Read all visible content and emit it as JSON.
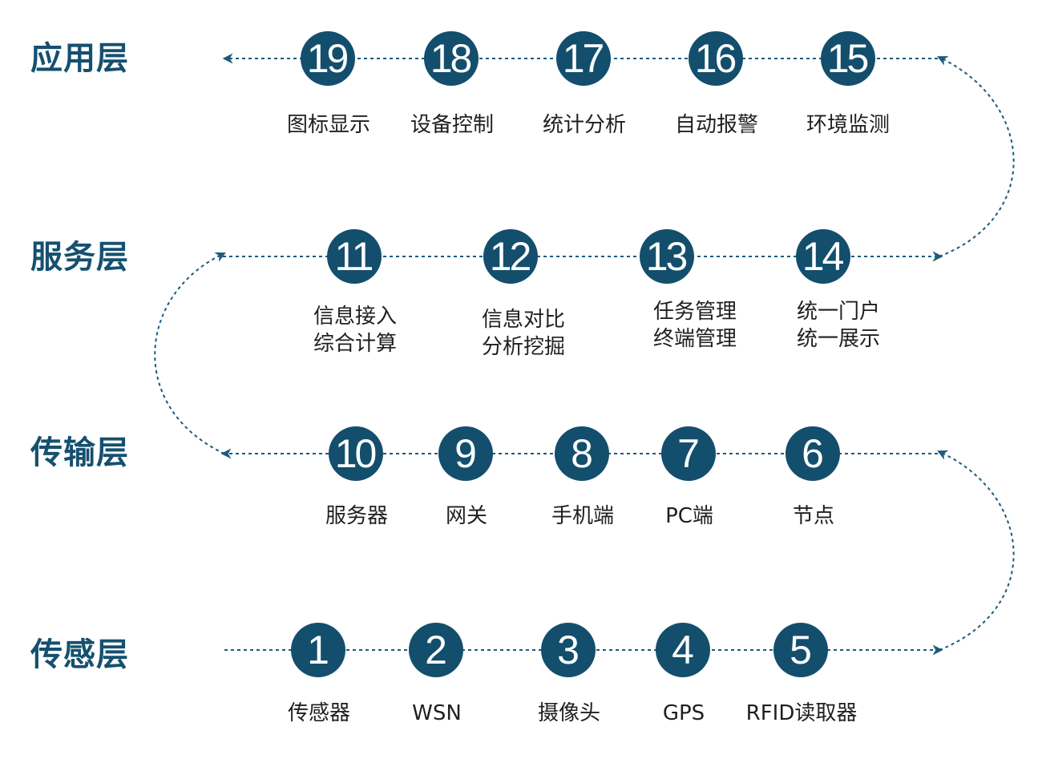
{
  "layers": [
    {
      "id": "application",
      "label": "应用层"
    },
    {
      "id": "service",
      "label": "服务层"
    },
    {
      "id": "transport",
      "label": "传输层"
    },
    {
      "id": "sensing",
      "label": "传感层"
    }
  ],
  "nodes": [
    {
      "number": "19",
      "layer": "application",
      "caption": [
        "图标显示"
      ]
    },
    {
      "number": "18",
      "layer": "application",
      "caption": [
        "设备控制"
      ]
    },
    {
      "number": "17",
      "layer": "application",
      "caption": [
        "统计分析"
      ]
    },
    {
      "number": "16",
      "layer": "application",
      "caption": [
        "自动报警"
      ]
    },
    {
      "number": "15",
      "layer": "application",
      "caption": [
        "环境监测"
      ]
    },
    {
      "number": "11",
      "layer": "service",
      "caption": [
        "信息接入",
        "综合计算"
      ]
    },
    {
      "number": "12",
      "layer": "service",
      "caption": [
        "信息对比",
        "分析挖掘"
      ]
    },
    {
      "number": "13",
      "layer": "service",
      "caption": [
        "任务管理",
        "终端管理"
      ]
    },
    {
      "number": "14",
      "layer": "service",
      "caption": [
        "统一门户",
        "统一展示"
      ]
    },
    {
      "number": "10",
      "layer": "transport",
      "caption": [
        "服务器"
      ]
    },
    {
      "number": "9",
      "layer": "transport",
      "caption": [
        "网关"
      ]
    },
    {
      "number": "8",
      "layer": "transport",
      "caption": [
        "手机端"
      ]
    },
    {
      "number": "7",
      "layer": "transport",
      "caption": [
        "PC端"
      ]
    },
    {
      "number": "6",
      "layer": "transport",
      "caption": [
        "节点"
      ]
    },
    {
      "number": "1",
      "layer": "sensing",
      "caption": [
        "传感器"
      ]
    },
    {
      "number": "2",
      "layer": "sensing",
      "caption": [
        "WSN"
      ]
    },
    {
      "number": "3",
      "layer": "sensing",
      "caption": [
        "摄像头"
      ]
    },
    {
      "number": "4",
      "layer": "sensing",
      "caption": [
        "GPS"
      ]
    },
    {
      "number": "5",
      "layer": "sensing",
      "caption": [
        "RFID读取器"
      ]
    }
  ],
  "colors": {
    "node_fill": "#134e6d",
    "layer_label": "#15506f",
    "connector": "#1b5b7c",
    "caption_text": "#1f1f1f"
  }
}
